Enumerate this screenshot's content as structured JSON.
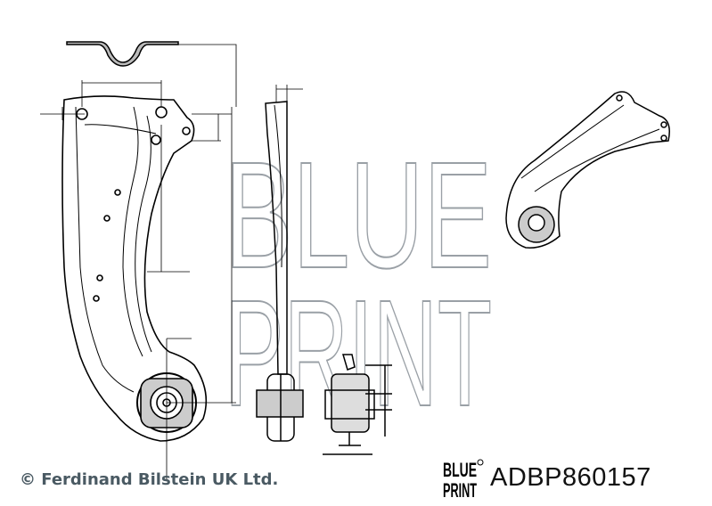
{
  "watermark": {
    "line1": "BLUE",
    "line2": "PRINT"
  },
  "footer": {
    "copyright": "© Ferdinand Bilstein UK Ltd.",
    "logo_line1": "BLUE",
    "logo_line2": "PRINT",
    "part_number": "ADBP860157"
  }
}
